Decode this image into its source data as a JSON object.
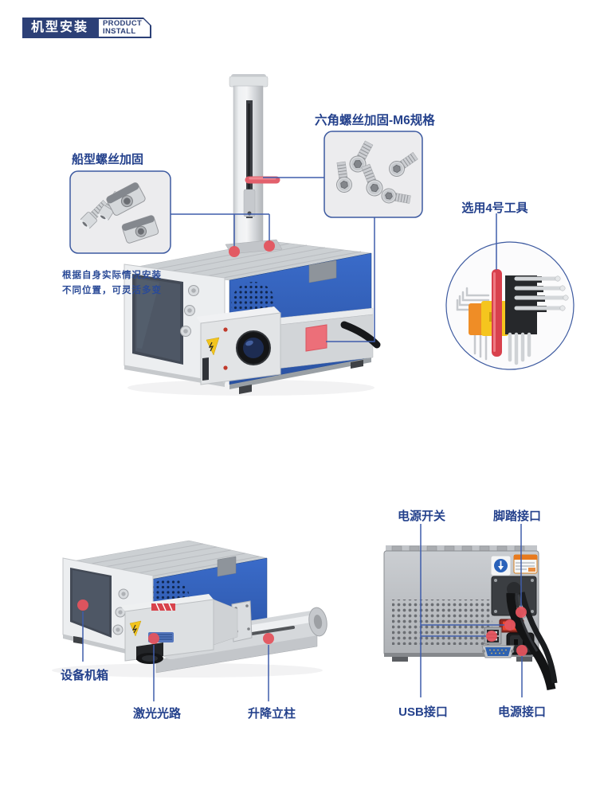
{
  "header": {
    "title": "机型安装",
    "tag": [
      "PRODUCT",
      "INSTALL"
    ]
  },
  "top_diagram": {
    "boat_screw_callout": {
      "label": "船型螺丝加固",
      "note": [
        "根据自身实际情况安装",
        "不同位置，可灵活多变"
      ]
    },
    "hex_screw_callout": {
      "label": "六角螺丝加固-M6规格"
    },
    "tool_callout": {
      "label": "选用4号工具"
    }
  },
  "bottom_left_diagram": {
    "chassis_label": "设备机箱",
    "laser_label": "激光光路",
    "column_label": "升降立柱"
  },
  "bottom_right_diagram": {
    "power_switch_label": "电源开关",
    "foot_pedal_label": "脚踏接口",
    "usb_label": "USB接口",
    "power_inlet_label": "电源接口"
  },
  "colors": {
    "header_navy": "#2c4077",
    "label_blue": "#24418c",
    "callout_line_blue": "#3f5dab",
    "marker_red": "#e4545e",
    "machine_blue": "#2e5cb4",
    "accent_red": "#e2606c",
    "tool_yellow": "#f5c51e"
  }
}
